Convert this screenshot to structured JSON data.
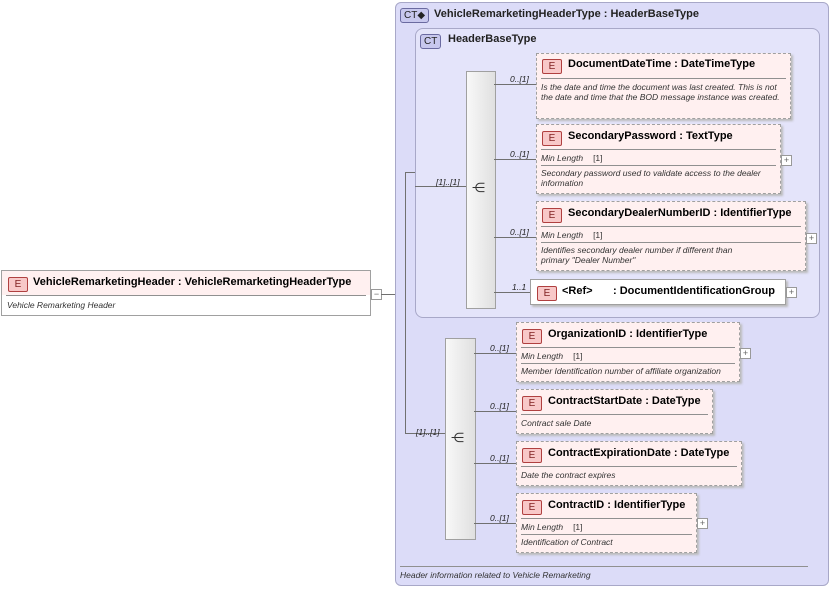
{
  "root": {
    "badge": "E",
    "name": "VehicleRemarketingHeader",
    "type": "VehicleRemarketingHeaderType",
    "doc": "Vehicle Remarketing Header",
    "toggle": "−"
  },
  "outer_type": {
    "badge": "CT",
    "name": "VehicleRemarketingHeaderType",
    "base": "HeaderBaseType",
    "doc": "Header information related to Vehicle Remarketing"
  },
  "inner_type": {
    "badge": "CT",
    "name": "HeaderBaseType"
  },
  "seq1_card": "[1]..[1]",
  "seq2_card": "[1]..[1]",
  "elements_base": [
    {
      "badge": "E",
      "name": "DocumentDateTime",
      "type": "DateTimeType",
      "card": "0..[1]",
      "doc": "Is the date and time the document was last created. This is not the date and time that the BOD message instance was created."
    },
    {
      "badge": "E",
      "name": "SecondaryPassword",
      "type": "TextType",
      "card": "0..[1]",
      "facet_label": "Min Length",
      "facet_value": "[1]",
      "doc": "Secondary password used to validate access to the dealer information",
      "expand": "+"
    },
    {
      "badge": "E",
      "name": "SecondaryDealerNumberID",
      "type": "IdentifierType",
      "card": "0..[1]",
      "facet_label": "Min Length",
      "facet_value": "[1]",
      "doc": "Identifies secondary dealer number if different than primary \"Dealer Number\"",
      "expand": "+"
    },
    {
      "badge": "E",
      "name": "<Ref>",
      "type": "DocumentIdentificationGroup",
      "card": "1..1",
      "expand": "+"
    }
  ],
  "elements_ext": [
    {
      "badge": "E",
      "name": "OrganizationID",
      "type": "IdentifierType",
      "card": "0..[1]",
      "facet_label": "Min Length",
      "facet_value": "[1]",
      "doc": "Member Identification number of affiliate organization",
      "expand": "+"
    },
    {
      "badge": "E",
      "name": "ContractStartDate",
      "type": "DateType",
      "card": "0..[1]",
      "doc": "Contract sale Date"
    },
    {
      "badge": "E",
      "name": "ContractExpirationDate",
      "type": "DateType",
      "card": "0..[1]",
      "doc": "Date the contract expires"
    },
    {
      "badge": "E",
      "name": "ContractID",
      "type": "IdentifierType",
      "card": "0..[1]",
      "facet_label": "Min Length",
      "facet_value": "[1]",
      "doc": "Identification of Contract",
      "expand": "+"
    }
  ]
}
